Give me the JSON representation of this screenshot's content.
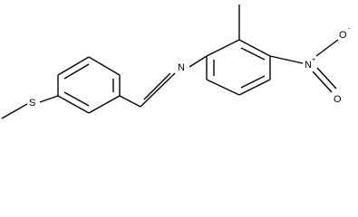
{
  "molecule": {
    "atoms": {
      "sulfur": "S",
      "imine_nitrogen": "N",
      "nitro_nitrogen": "N",
      "nitro_nitrogen_charge": "+",
      "nitro_oxygen_top": "O",
      "nitro_oxygen_top_charge": "-",
      "nitro_oxygen_bottom": "O"
    }
  }
}
